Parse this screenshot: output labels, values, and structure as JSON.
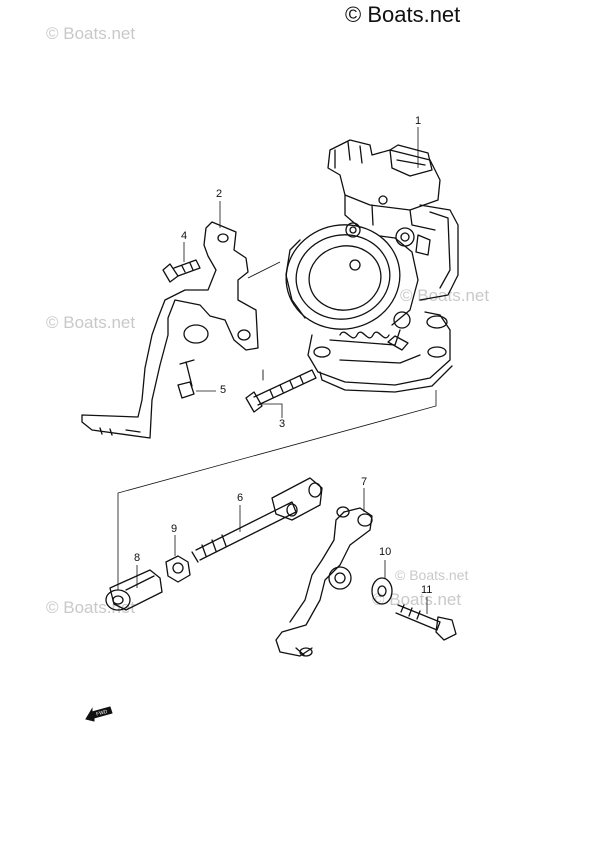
{
  "watermark": {
    "main": "© Boats.net",
    "faint": [
      "© Boats.net",
      "© Boats.net",
      "© Boats.net",
      "© Boats.net",
      "© Boats.net",
      "© Boats.net"
    ]
  },
  "callouts": [
    "1",
    "2",
    "3",
    "4",
    "5",
    "6",
    "7",
    "8",
    "9",
    "10",
    "11"
  ],
  "fwd_label": "FWD"
}
